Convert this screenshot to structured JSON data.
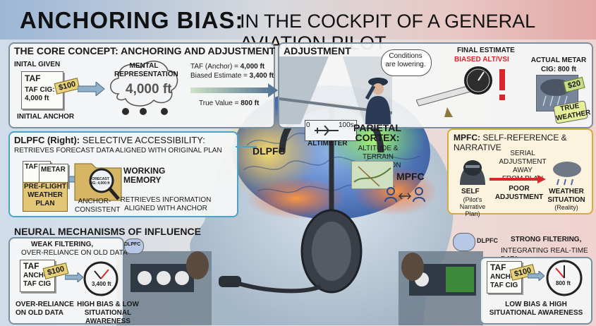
{
  "header": {
    "title_main": "ANCHORING BIAS:",
    "title_sub": "IN THE COCKPIT OF A GENERAL AVIATION PILOT"
  },
  "core": {
    "title": "THE CORE CONCEPT: ANCHORING AND ADJUSTMENT",
    "initial_given": "INITAL GIVEN",
    "taf": "TAF",
    "taf_cig": "TAF CIG:",
    "taf_value": "4,000 ft",
    "price": "$100",
    "initial_anchor": "INITIAL ANCHOR",
    "mental_rep": "MENTAL\nREPRESENTATION",
    "mental_value": "4,000 ft",
    "taf_anchor_label": "TAF (Anchor) = ",
    "taf_anchor_value": "4,000 ft",
    "biased_label": "Biased Estimate = ",
    "biased_value": "3,400 ft",
    "true_label": "True Value = ",
    "true_value": "800 ft"
  },
  "adjustment": {
    "title": "ADJUSTMENT",
    "speech": "Conditions\nare lowering.",
    "final_estimate": "FINAL ESTIMATE",
    "biased_alt": "BIASED ALT/VSI",
    "actual_metar": "ACTUAL METAR",
    "cig": "CIG: 800 ft",
    "price": "$20",
    "true_weather": "TRUE\nWEATHER"
  },
  "dlpfc": {
    "title_bold": "DLPFC (Right):",
    "title_rest": " SELECTIVE ACCESSIBILITY:",
    "subtitle": "RETRIEVES FORECAST DATA ALIGNED WITH ORIGINAL PLAN",
    "taf": "TAF",
    "metar": "METAR",
    "preflight": "PRE-FLIGHT\nWEATHER\nPLAN",
    "forecast": "FORECAST\nCIG: 4,000 ft",
    "anchor_consistent": "ANCHOR-\nCONSISTENT",
    "working_memory": "WORKING\nMEMORY",
    "retrieves": "RETRIEVES INFORMATION\nALIGNED WITH ANCHOR"
  },
  "brain": {
    "dlpfc": "DLPFC",
    "altimeter": "ALTIMETER",
    "alt_0": "0",
    "alt_100s": "100s",
    "parietal": "PARIETAL\nCORTEX:",
    "parietal_sub": "ALTITUDE &\nTERRAIN PERCEPTION",
    "mpfc": "MPFC"
  },
  "mpfc": {
    "title_bold": "MPFC:",
    "title_rest": " SELF-REFERENCE & NARRATIVE",
    "serial": "SERIAL\nADJUSTMENT AWAY\nFROM PLAN",
    "poor": "POOR\nADJUSTMENT",
    "self": "SELF",
    "self_sub": "(Pilot's\nNarrative Plan)",
    "weather": "WEATHER\nSITUATION",
    "weather_sub": "(Reality)"
  },
  "neural": {
    "title": "NEURAL MECHANISMS OF INFLUENCE",
    "weak": "WEAK FILTERING,",
    "weak_sub": "OVER-RELIANCE ON OLD DATA",
    "dlpfc": "DLPFC",
    "taf": "TAF",
    "anchor": "ANCHOR:\nTAF CIG",
    "price": "$100",
    "gauge_left": "3,400 ft",
    "over": "OVER-RELIANCE\nON OLD DATA",
    "high_bias": "HIGH BIAS & LOW\nSITUATIONAL AWARENESS",
    "strong": "STRONG FILTERING,",
    "strong_sub": "INTEGRATING REAL-TIME DATA",
    "dlpfc2": "DLPFC",
    "taf2": "TAF",
    "anchor2": "ANCHOR:\nTAF CIG",
    "price2": "$100",
    "gauge_right": "800 ft",
    "low_bias": "LOW BIAS & HIGH\nSITUATIONAL AWARENESS"
  },
  "colors": {
    "biased_red": "#d9262b",
    "panel_border": "#7a8f9f",
    "dlpfc_border": "#4aa3c8",
    "mpfc_border": "#d9a93a"
  }
}
